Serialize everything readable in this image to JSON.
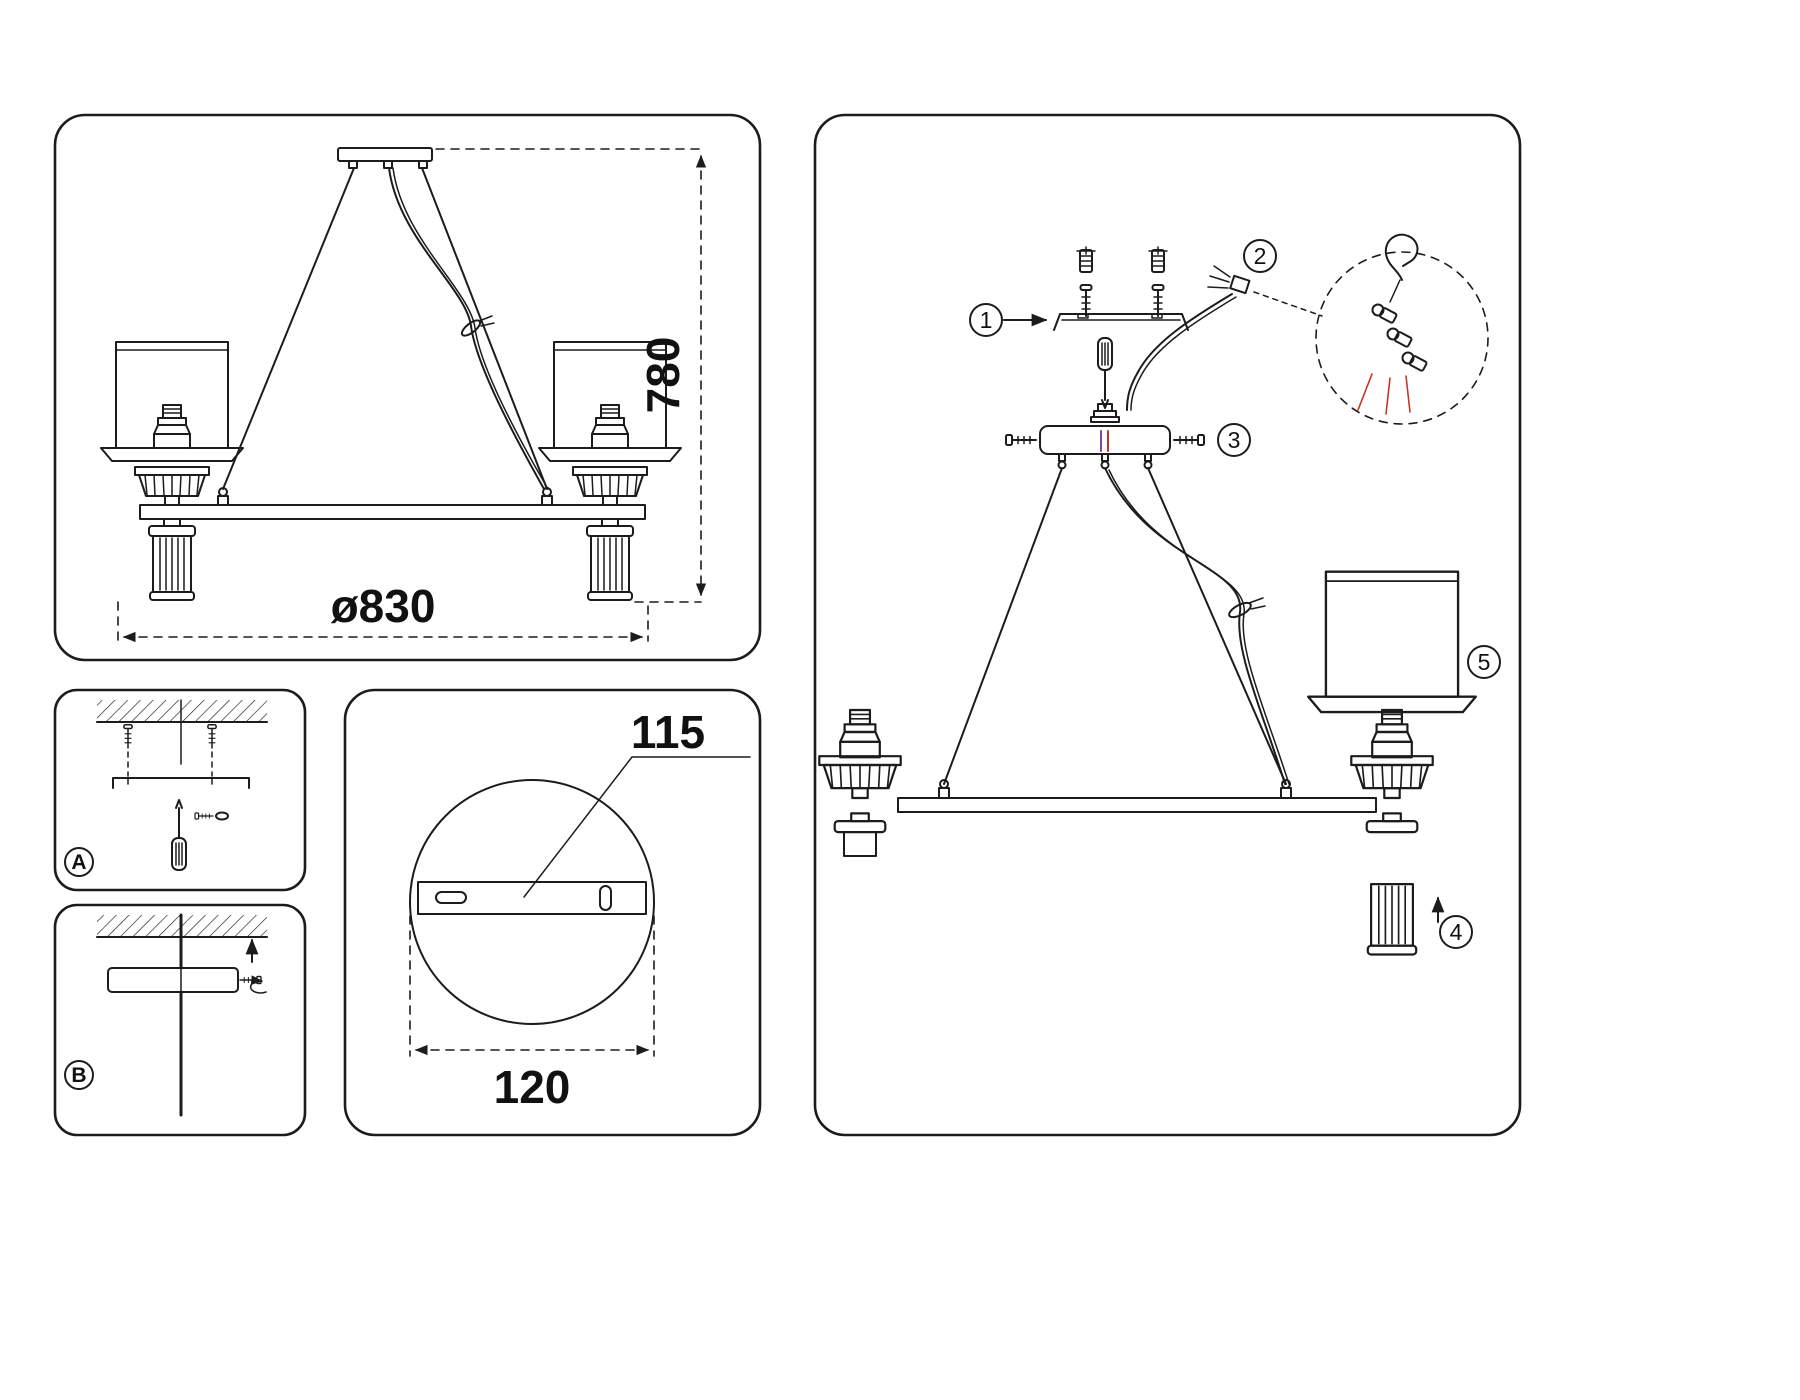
{
  "document": {
    "background": "#ffffff",
    "type": "lighting-fixture-assembly-instruction-diagram"
  },
  "colors": {
    "line": "#1c1c1c",
    "text": "#111111",
    "wire_red": "#c2372a",
    "wire_purple": "#7d4ba0"
  },
  "labels": {
    "overall_height": "780",
    "overall_diameter": "ø830",
    "canopy_hole_spacing": "115",
    "canopy_diameter": "120",
    "step_a": "A",
    "step_b": "B",
    "step_1": "1",
    "step_2": "2",
    "step_3": "3",
    "step_4": "4",
    "step_5": "5"
  }
}
